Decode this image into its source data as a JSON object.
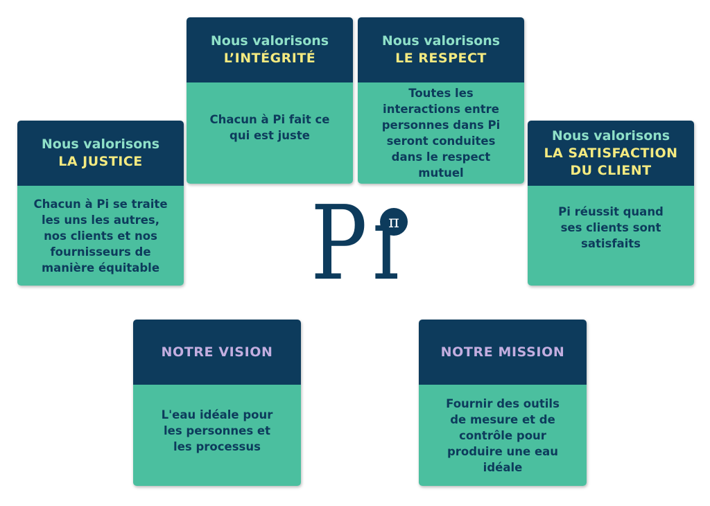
{
  "cards": {
    "justice": {
      "lead": "Nous valorisons",
      "value": "LA JUSTICE",
      "body": "Chacun à Pi se traite\nles uns les autres,\nnos clients et nos\nfournisseurs de\nmanière équitable"
    },
    "integrite": {
      "lead": "Nous valorisons",
      "value": "L’INTÉGRITÉ",
      "body": "Chacun à Pi fait ce\nqui est juste"
    },
    "respect": {
      "lead": "Nous valorisons",
      "value": "LE RESPECT",
      "body": "Toutes les\ninteractions entre\npersonnes dans Pi\nseront conduites\ndans le respect\nmutuel"
    },
    "satisfaction": {
      "lead": "Nous valorisons",
      "value": "LA SATISFACTION\nDU CLIENT",
      "body": "Pi réussit quand\nses clients sont\nsatisfaits"
    },
    "vision": {
      "title": "NOTRE VISION",
      "body": "L'eau idéale pour\nles personnes et\nles processus"
    },
    "mission": {
      "title": "NOTRE MISSION",
      "body": "Fournir des outils\nde mesure et de\ncontrôle pour\nproduire une eau\nidéale"
    }
  },
  "logo": {
    "letters": "Pi",
    "badge_symbol": "π"
  },
  "colors": {
    "header_navy": "#0d3b5c",
    "body_green": "#4bbf9f",
    "lead_mint": "#8fe0c8",
    "value_yellow": "#f4ea80",
    "title_lavender": "#c3aee0"
  }
}
